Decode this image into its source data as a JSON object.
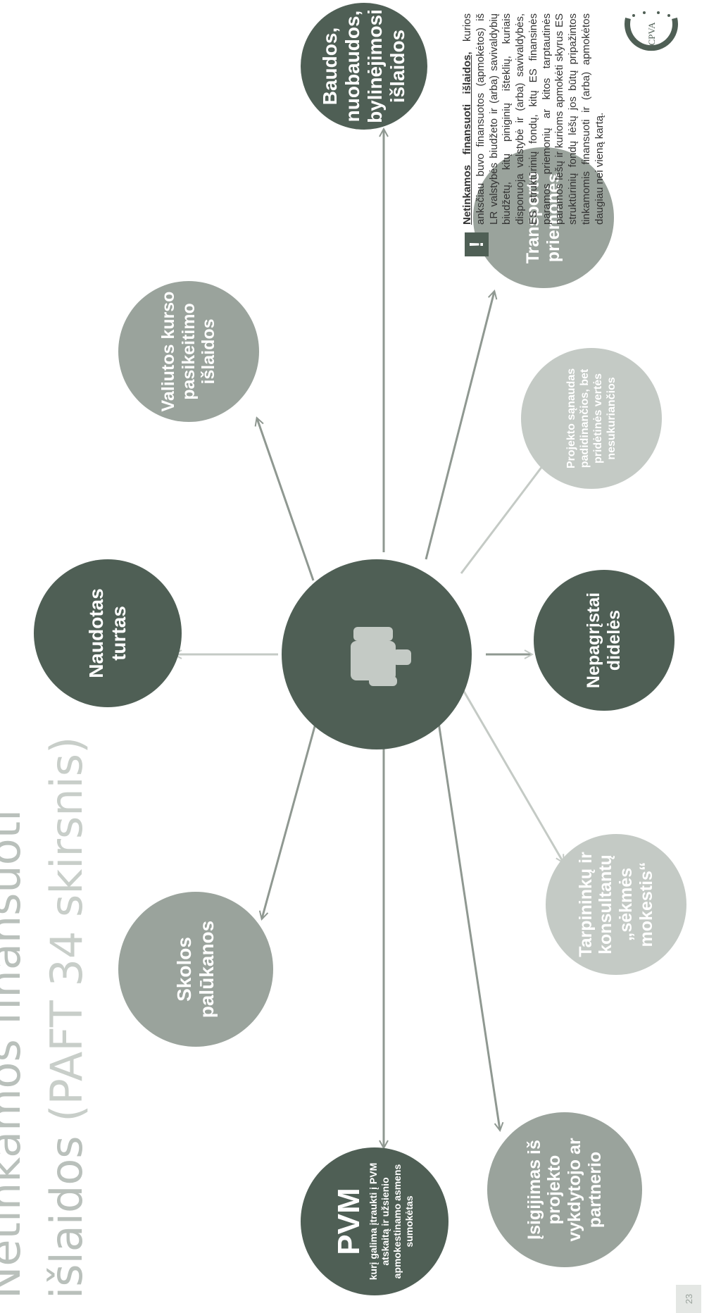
{
  "title": {
    "line1": "Netinkamos finansuoti",
    "line2_main": "išlaidos",
    "line2_paren": "(PAFT 34 skirsnis)"
  },
  "nodes": {
    "pvm": {
      "title": "PVM",
      "subtitle": "kurį galima įtraukti į PVM atskaitą ir užsienio apmokestinamo asmens sumokėtas"
    },
    "isigijimas": "Įsigijimas iš projekto vykdytojo ar partnerio",
    "skolos": "Skolos palūkanos",
    "tarpininku": "Tarpininkų ir konsultantų „sėkmės mokestis“",
    "naudotas": "Naudotas turtas",
    "nepagristai": "Nepagrįstai didelės",
    "valiutos": "Valiutos kurso pasikeitimo išlaidos",
    "projekto": "Projekto sąnaudas padidinančios, bet pridėtinės vertės nesukuriančios",
    "transporto": "Transporto priemonės",
    "baudos": "Baudos, nuobaudos, bylinėjimosi išlaidos"
  },
  "note": {
    "mark": "!",
    "heading": "Netinkamos finansuoti išlaidos,",
    "body": "kurios anksčiau buvo finansuotos (apmokėtos) iš LR valstybės biudžeto ir (arba) savivaldybių biudžetų, kitų piniginių išteklių, kuriais disponuoja valstybė ir (arba) savivaldybės, ES struktūrinių fondų, kitų ES finansinės paramos priemonių ar kitos tarptautinės paramos lėšų ir kurioms apmokėti skyrus ES struktūrinių fondų lėšų jos būtų pripažintos tinkamomis finansuoti ir (arba) apmokėtos daugiau nei vieną kartą."
  },
  "logo_text": "CPVA",
  "page_number": "23",
  "colors": {
    "dark": "#4f5f55",
    "mid": "#9aa39c",
    "light": "#c4cac5",
    "title": "#b9c0bb"
  }
}
